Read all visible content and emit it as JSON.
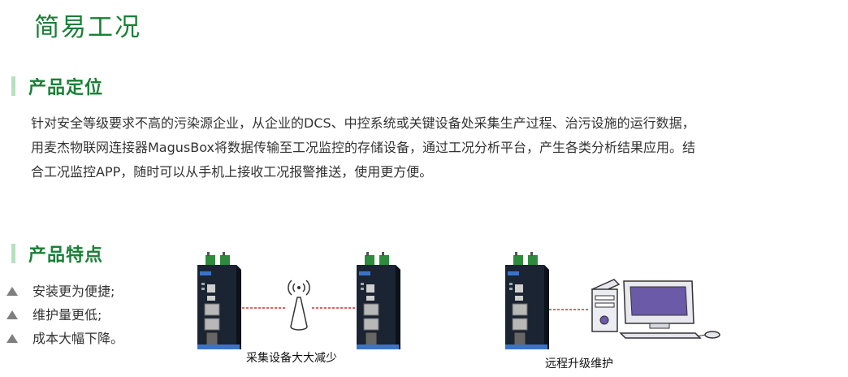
{
  "page_title": "简易工况",
  "section1": {
    "title": "产品定位",
    "lines": [
      "针对安全等级要求不高的污染源企业，从企业的DCS、中控系统或关键设备处采集生产过程、治污设施的运行数据，",
      "用麦杰物联网连接器MagusBox将数据传输至工况监控的存储设备，通过工况分析平台，产生各类分析结果应用。结",
      "合工况监控APP，随时可以从手机上接收工况报警推送，使用更方便。"
    ]
  },
  "section2": {
    "title": "产品特点",
    "items": [
      "安装更为便捷;",
      "维护量更低;",
      "成本大幅下降。"
    ]
  },
  "diagram": {
    "caption_left": "采集设备大大减少",
    "caption_right": "远程升级维护",
    "accent_color": "#1a7f36",
    "link_color": "#cc3333"
  }
}
